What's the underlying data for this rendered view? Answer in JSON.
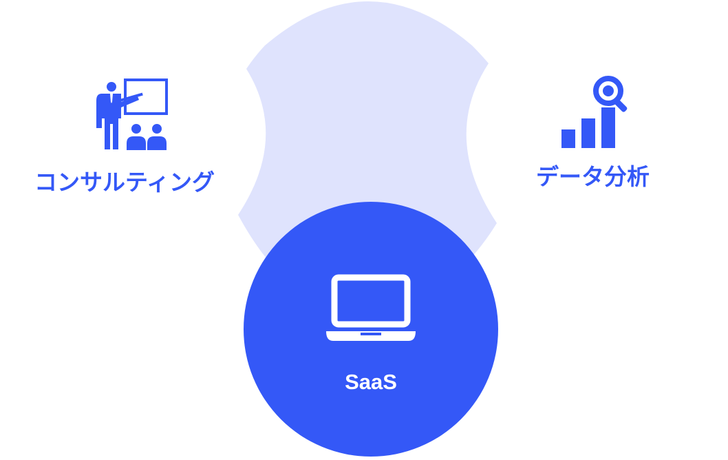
{
  "colors": {
    "accent": "#3458f7",
    "soft_shape": "#dfe3fd",
    "white": "#ffffff"
  },
  "services": {
    "consulting": {
      "label": "コンサルティング",
      "icon": "presentation-icon"
    },
    "analytics": {
      "label": "データ分析",
      "icon": "bar-chart-search-icon"
    },
    "saas": {
      "label": "SaaS",
      "icon": "laptop-icon"
    }
  }
}
